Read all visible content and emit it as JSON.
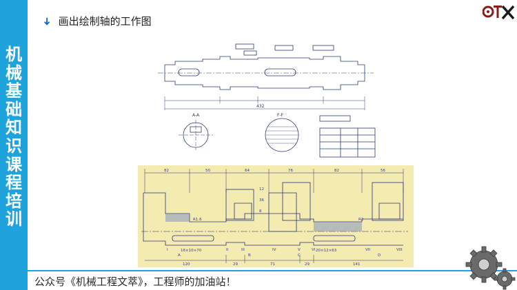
{
  "sidebar": {
    "title_chars": [
      "机",
      "械",
      "基",
      "础",
      "知",
      "识",
      "课",
      "程",
      "培",
      "训"
    ]
  },
  "heading": {
    "arrow": "➜",
    "text": "画出绘制轴的工作图"
  },
  "footer": {
    "text": "公众号《机械工程文萃》，工程师的加油站！"
  },
  "drawing_bottom": {
    "top_dims": [
      "82",
      "50",
      "64",
      "76",
      "82",
      "56"
    ],
    "bottom_dims": [
      "120",
      "29",
      "71",
      "29",
      "141"
    ],
    "keyway_labels": [
      "16×10×70",
      "20×12×63"
    ],
    "section_marks": [
      "I",
      "II",
      "III",
      "IV",
      "V",
      "VI",
      "VII",
      "VIII"
    ],
    "small_labels": [
      "A",
      "B",
      "C",
      "D",
      "12",
      "36",
      "8",
      "R1.6",
      "R2"
    ]
  },
  "drawing_top": {
    "section_labels": [
      "A-A",
      "F-F"
    ],
    "overall_dim": "432"
  },
  "colors": {
    "accent": "#1fa3dc",
    "drawing_bg": "#f3ebb0",
    "arrow": "#1565c0"
  }
}
